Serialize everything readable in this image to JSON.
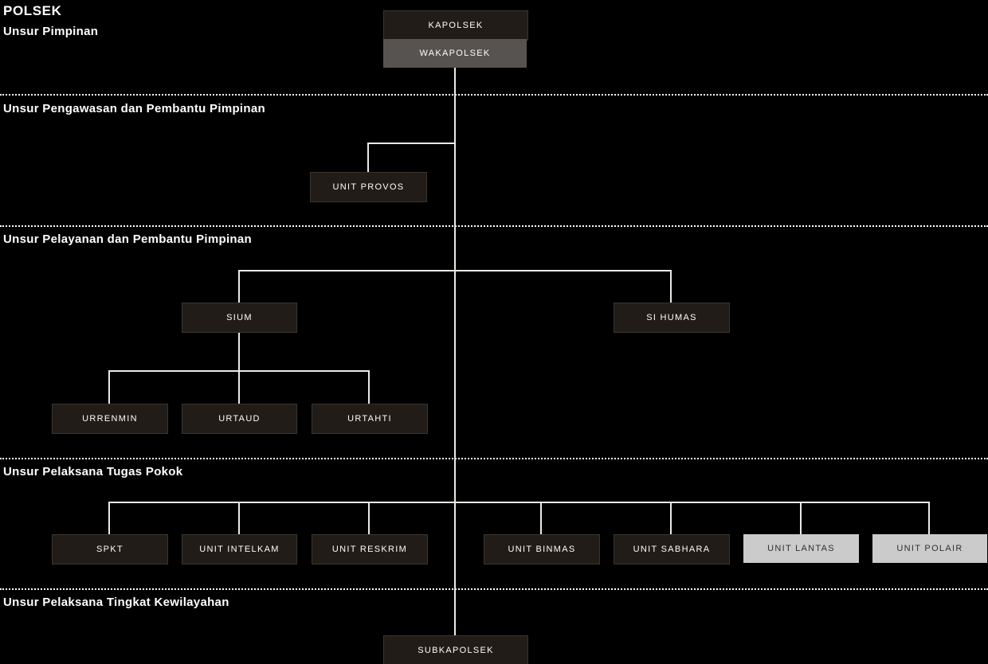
{
  "title": "POLSEK",
  "sections": [
    {
      "label": "Unsur Pimpinan"
    },
    {
      "label": "Unsur Pengawasan dan Pembantu Pimpinan"
    },
    {
      "label": "Unsur Pelayanan dan Pembantu Pimpinan"
    },
    {
      "label": "Unsur Pelaksana Tugas Pokok"
    },
    {
      "label": "Unsur Pelaksana Tingkat Kewilayahan"
    }
  ],
  "nodes": {
    "kapolsek": {
      "label": "KAPOLSEK",
      "variant": "dark"
    },
    "wakapolsek": {
      "label": "WAKAPOLSEK",
      "variant": "gray"
    },
    "unit_provos": {
      "label": "UNIT PROVOS",
      "variant": "dark"
    },
    "sium": {
      "label": "SIUM",
      "variant": "dark"
    },
    "si_humas": {
      "label": "SI HUMAS",
      "variant": "dark"
    },
    "urrenmin": {
      "label": "URRENMIN",
      "variant": "dark"
    },
    "urtaud": {
      "label": "URTAUD",
      "variant": "dark"
    },
    "urtahti": {
      "label": "URTAHTI",
      "variant": "dark"
    },
    "spkt": {
      "label": "SPKT",
      "variant": "dark"
    },
    "unit_intelkam": {
      "label": "UNIT INTELKAM",
      "variant": "dark"
    },
    "unit_reskrim": {
      "label": "UNIT RESKRIM",
      "variant": "dark"
    },
    "unit_binmas": {
      "label": "UNIT BINMAS",
      "variant": "dark"
    },
    "unit_sabhara": {
      "label": "UNIT SABHARA",
      "variant": "dark"
    },
    "unit_lantas": {
      "label": "UNIT LANTAS",
      "variant": "light"
    },
    "unit_polair": {
      "label": "UNIT POLAIR",
      "variant": "light"
    },
    "subkapolsek": {
      "label": "SUBKAPOLSEK",
      "variant": "dark"
    }
  },
  "colors": {
    "background": "#000000",
    "node_dark": "#221c18",
    "node_gray": "#575350",
    "node_light": "#cbcbcb",
    "connector": "#eceae7",
    "divider": "#ffffff",
    "text_light": "#fdfdfd",
    "text_dark": "#33302d"
  }
}
